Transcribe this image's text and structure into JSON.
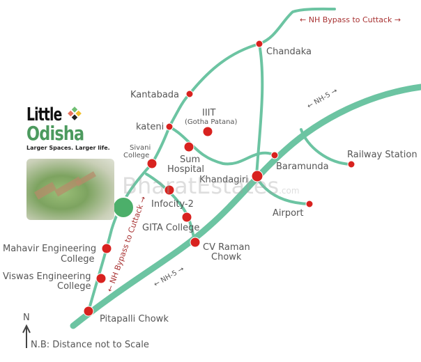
{
  "brand": {
    "line1": "Little",
    "line2": "Odisha",
    "tagline": "Larger Spaces. Larger life."
  },
  "watermark": {
    "text": "BharatEstates",
    "suffix": ".com"
  },
  "roads": {
    "bypass_top": "NH Bypass to Cuttack",
    "bypass_side": "NH Bypass to Cuttack",
    "nh5_top": "NH-5",
    "nh5_bottom": "NH-5"
  },
  "places": {
    "chandaka": "Chandaka",
    "kantabada": "Kantabada",
    "iiit": "IIIT",
    "iiit_sub": "(Gotha Patana)",
    "kateni": "kateni",
    "sivani1": "Sivani",
    "sivani2": "College",
    "sum1": "Sum",
    "sum2": "Hospital",
    "khandagiri": "Khandagiri",
    "baramunda": "Baramunda",
    "railway": "Railway Station",
    "airport": "Airport",
    "infocity": "Infocity-2",
    "gita": "GITA College",
    "cvraman1": "CV Raman",
    "cvraman2": "Chowk",
    "mahavir1": "Mahavir Engineering",
    "mahavir2": "College",
    "viswas1": "Viswas Engineering",
    "viswas2": "College",
    "pitapalli": "Pitapalli Chowk"
  },
  "north": "N",
  "note": "N.B: Distance not to Scale",
  "colors": {
    "road": "#6cc4a2",
    "marker": "#d8221f",
    "project": "#4caf6a"
  }
}
